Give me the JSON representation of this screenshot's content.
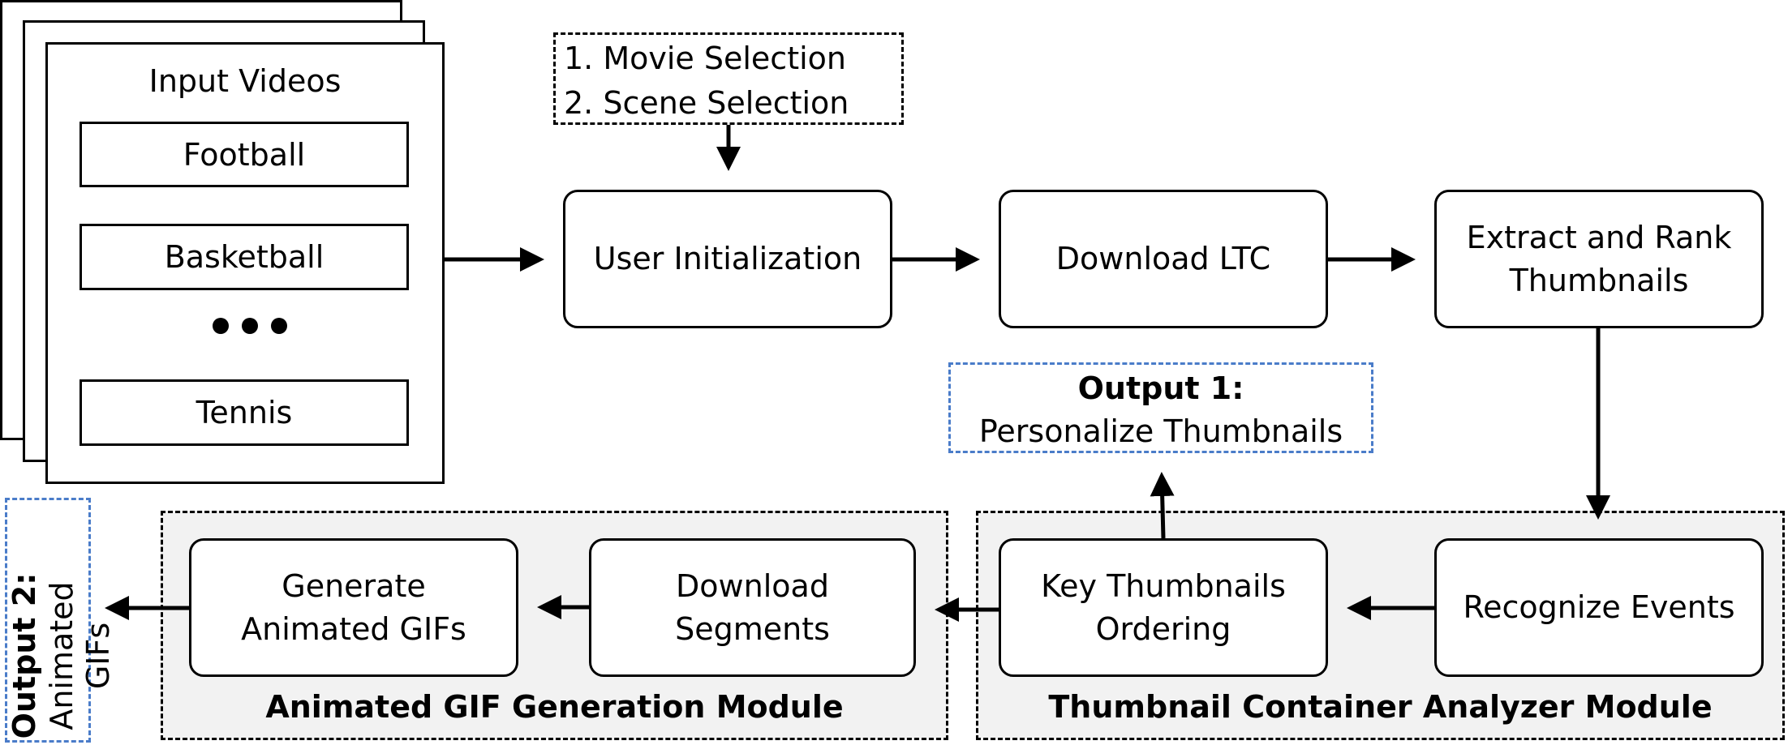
{
  "input": {
    "title": "Input Videos",
    "items": [
      "Football",
      "Basketball",
      "Tennis"
    ]
  },
  "selection": {
    "line1": "1. Movie Selection",
    "line2": "2. Scene Selection"
  },
  "steps": {
    "user_init": "User Initialization",
    "download_ltc": "Download LTC",
    "extract_rank_1": "Extract and Rank",
    "extract_rank_2": "Thumbnails",
    "recognize": "Recognize Events",
    "key_order_1": "Key Thumbnails",
    "key_order_2": "Ordering",
    "download_seg_1": "Download",
    "download_seg_2": "Segments",
    "generate_1": "Generate",
    "generate_2": "Animated GIFs"
  },
  "modules": {
    "analyzer": "Thumbnail Container Analyzer Module",
    "gif": "Animated GIF Generation Module"
  },
  "output1": {
    "label": "Output 1:",
    "text": "Personalize Thumbnails"
  },
  "output2": {
    "label": "Output 2:",
    "text": "Animated GIFs"
  },
  "colors": {
    "stroke": "#000000",
    "module_fill": "#f2f2f2",
    "output_border": "#4a7cc9"
  }
}
